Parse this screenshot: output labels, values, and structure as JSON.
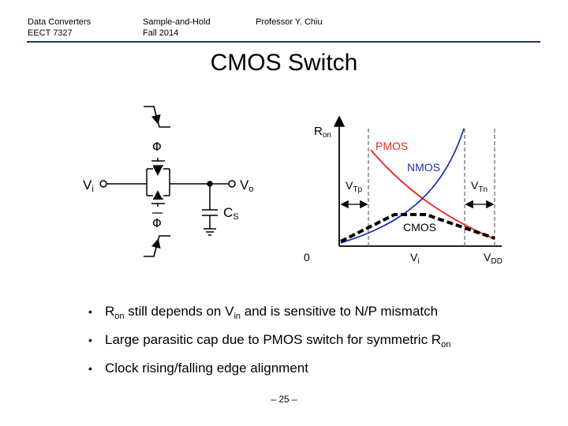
{
  "header": {
    "course": "Data Converters",
    "course_code": "EECT 7327",
    "topic": "Sample-and-Hold",
    "term": "Fall 2014",
    "instructor": "Professor Y. Chiu"
  },
  "slide": {
    "title": "CMOS Switch",
    "page_number": "– 25 –"
  },
  "schematic": {
    "clock": "Φ",
    "clock_bar": "Φ",
    "input_label": "Vi",
    "input_label_main": "V",
    "input_label_sub": "i",
    "output_label_main": "V",
    "output_label_sub": "o",
    "cap_label_main": "C",
    "cap_label_sub": "S"
  },
  "plot": {
    "yaxis_label_main": "R",
    "yaxis_label_sub": "on",
    "pmos_label": "PMOS",
    "nmos_label": "NMOS",
    "cmos_label": "CMOS",
    "vtp_label_main": "V",
    "vtp_label_sub": "Tp",
    "vtn_label_main": "V",
    "vtn_label_sub": "Tn",
    "origin_label": "0",
    "vi_label_main": "V",
    "vi_label_sub": "i",
    "vdd_label_main": "V",
    "vdd_label_sub": "DD",
    "colors": {
      "pmos": "#e8251f",
      "nmos": "#1b2fb3",
      "cmos": "#000000"
    }
  },
  "bullets": [
    {
      "p1": "R",
      "s1": "on",
      "p2": " still depends on V",
      "s2": "in",
      "p3": " and is sensitive to N/P mismatch"
    },
    {
      "p1": "Large parasitic cap due to PMOS switch for symmetric R",
      "s1": "on",
      "p2": "",
      "s2": "",
      "p3": ""
    },
    {
      "p1": "Clock rising/falling edge alignment",
      "s1": "",
      "p2": "",
      "s2": "",
      "p3": ""
    }
  ],
  "bullet_symbol": "•"
}
